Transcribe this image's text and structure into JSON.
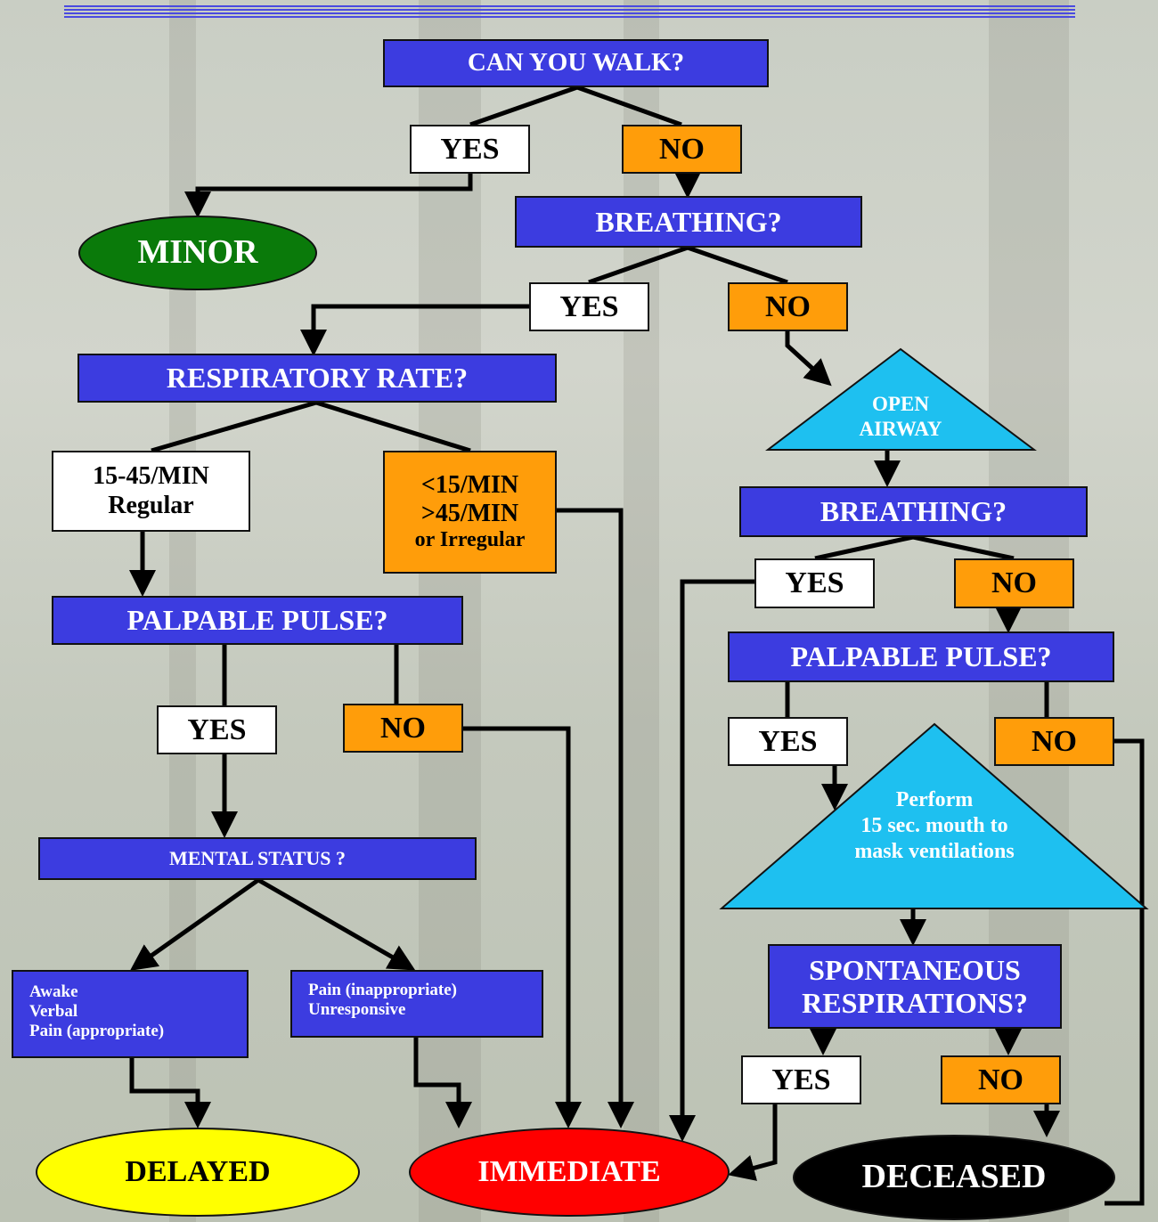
{
  "nodes": {
    "can_walk": "CAN YOU WALK?",
    "walk_yes": "YES",
    "walk_no": "NO",
    "minor": "MINOR",
    "breathing1": "BREATHING?",
    "breath1_yes": "YES",
    "breath1_no": "NO",
    "open_airway_1": "OPEN",
    "open_airway_2": "AIRWAY",
    "resp_rate": "RESPIRATORY RATE?",
    "rate_normal_1": "15-45/MIN",
    "rate_normal_2": "Regular",
    "rate_abnormal_1": "<15/MIN",
    "rate_abnormal_2": ">45/MIN",
    "rate_abnormal_3": "or Irregular",
    "breathing2": "BREATHING?",
    "breath2_yes": "YES",
    "breath2_no": "NO",
    "pulse_left": "PALPABLE PULSE?",
    "pulse_left_yes": "YES",
    "pulse_left_no": "NO",
    "pulse_right": "PALPABLE PULSE?",
    "pulse_right_yes": "YES",
    "pulse_right_no": "NO",
    "mental_status": "MENTAL STATUS ?",
    "ms_ok_1": "Awake",
    "ms_ok_2": "Verbal",
    "ms_ok_3": "Pain (appropriate)",
    "ms_bad_1": "Pain (inappropriate)",
    "ms_bad_2": "Unresponsive",
    "perform_1": "Perform",
    "perform_2": "15 sec. mouth to",
    "perform_3": "mask ventilations",
    "spont_1": "SPONTANEOUS",
    "spont_2": "RESPIRATIONS?",
    "spont_yes": "YES",
    "spont_no": "NO",
    "delayed": "DELAYED",
    "immediate": "IMMEDIATE",
    "deceased": "DECEASED"
  },
  "colors": {
    "question": "#3c3ce0",
    "yes": "#ffffff",
    "no": "#ff9d0a",
    "minor": "#0a7a0a",
    "delayed": "#ffff00",
    "immediate": "#ff0000",
    "deceased": "#000000",
    "triangle": "#1ec0f0"
  }
}
